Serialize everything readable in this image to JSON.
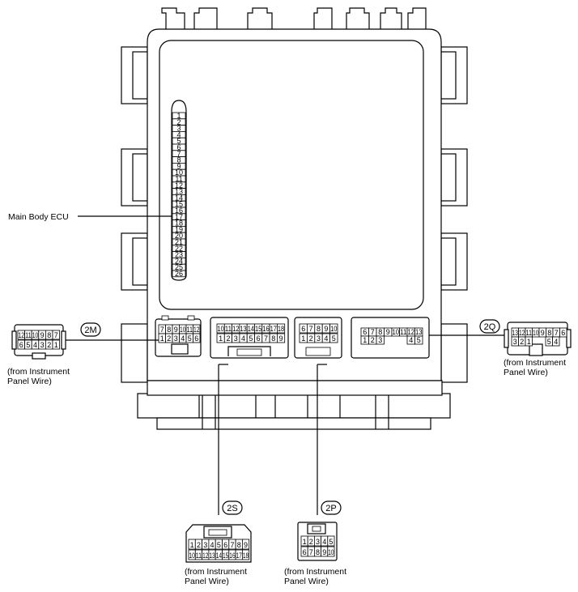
{
  "ecu_label": "Main Body ECU",
  "fuse_column": [
    "1",
    "2",
    "3",
    "4",
    "5",
    "6",
    "7",
    "8",
    "9",
    "10",
    "11",
    "12",
    "13",
    "14",
    "15",
    "16",
    "17",
    "18",
    "19",
    "20",
    "21",
    "22",
    "23",
    "24",
    "25",
    "26"
  ],
  "connectors": {
    "2M": {
      "tag": "2M",
      "source_line1": "(from Instrument",
      "source_line2": "Panel Wire)",
      "board_row1": [
        "7",
        "8",
        "9",
        "10",
        "11",
        "12"
      ],
      "board_row2": [
        "1",
        "2",
        "3",
        "4",
        "5",
        "6"
      ],
      "plug_row1": [
        "12",
        "11",
        "10",
        "9",
        "8",
        "7"
      ],
      "plug_row2": [
        "6",
        "5",
        "4",
        "3",
        "2",
        "1"
      ]
    },
    "2S": {
      "tag": "2S",
      "source_line1": "(from Instrument",
      "source_line2": "Panel Wire)",
      "board_row1": [
        "10",
        "11",
        "12",
        "13",
        "14",
        "15",
        "16",
        "17",
        "18"
      ],
      "board_row2": [
        "1",
        "2",
        "3",
        "4",
        "5",
        "6",
        "7",
        "8",
        "9"
      ],
      "plug_row1": [
        "1",
        "2",
        "3",
        "4",
        "5",
        "6",
        "7",
        "8",
        "9"
      ],
      "plug_row2": [
        "10",
        "11",
        "12",
        "13",
        "14",
        "15",
        "16",
        "17",
        "18"
      ]
    },
    "2P": {
      "tag": "2P",
      "source_line1": "(from Instrument",
      "source_line2": "Panel Wire)",
      "board_row1": [
        "6",
        "7",
        "8",
        "9",
        "10"
      ],
      "board_row2": [
        "1",
        "2",
        "3",
        "4",
        "5"
      ],
      "plug_row1": [
        "1",
        "2",
        "3",
        "4",
        "5"
      ],
      "plug_row2": [
        "6",
        "7",
        "8",
        "9",
        "10"
      ]
    },
    "2Q": {
      "tag": "2Q",
      "source_line1": "(from Instrument",
      "source_line2": "Panel Wire)",
      "board_row1": [
        "6",
        "7",
        "8",
        "9",
        "10",
        "11",
        "12",
        "13"
      ],
      "board_row2a": [
        "1",
        "2",
        "3"
      ],
      "board_row2b": [
        "4",
        "5"
      ],
      "plug_row1": [
        "13",
        "12",
        "11",
        "10",
        "9",
        "8",
        "7",
        "6"
      ],
      "plug_row2a": [
        "3",
        "2",
        "1"
      ],
      "plug_row2b": [
        "5",
        "4"
      ]
    }
  }
}
